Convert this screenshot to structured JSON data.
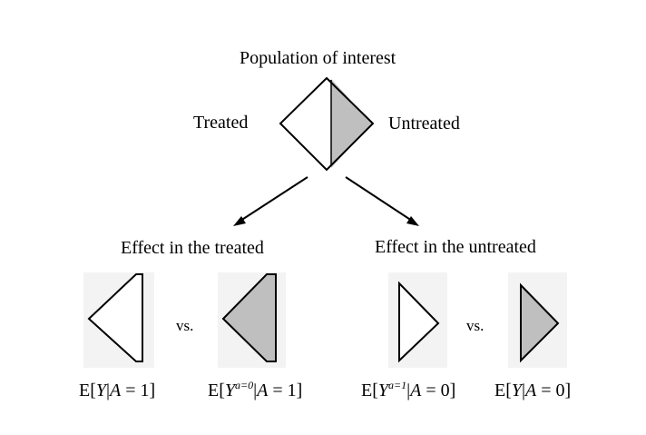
{
  "diagram": {
    "title": "Population of interest",
    "left_group_label": "Treated",
    "right_group_label": "Untreated",
    "branch_left_title": "Effect in the treated",
    "branch_right_title": "Effect in the untreated",
    "comparison_left_vs": "vs.",
    "comparison_right_vs": "vs.",
    "formulas": {
      "f1": {
        "pre": "E[",
        "Y": "Y",
        "bar": "|",
        "A": "A",
        "post": " = 1]"
      },
      "f2": {
        "pre": "E[",
        "Y": "Y",
        "sup": "a=0",
        "bar": "|",
        "A": "A",
        "post": " = 1]"
      },
      "f3": {
        "pre": "E[",
        "Y": "Y",
        "sup": "a=1",
        "bar": "|",
        "A": "A",
        "post": " = 0]"
      },
      "f4": {
        "pre": "E[",
        "Y": "Y",
        "bar": "|",
        "A": "A",
        "post": " = 0]"
      }
    },
    "colors": {
      "shade": "#bfbfbf",
      "line": "#000000",
      "panel": "#f2f2f2"
    }
  }
}
